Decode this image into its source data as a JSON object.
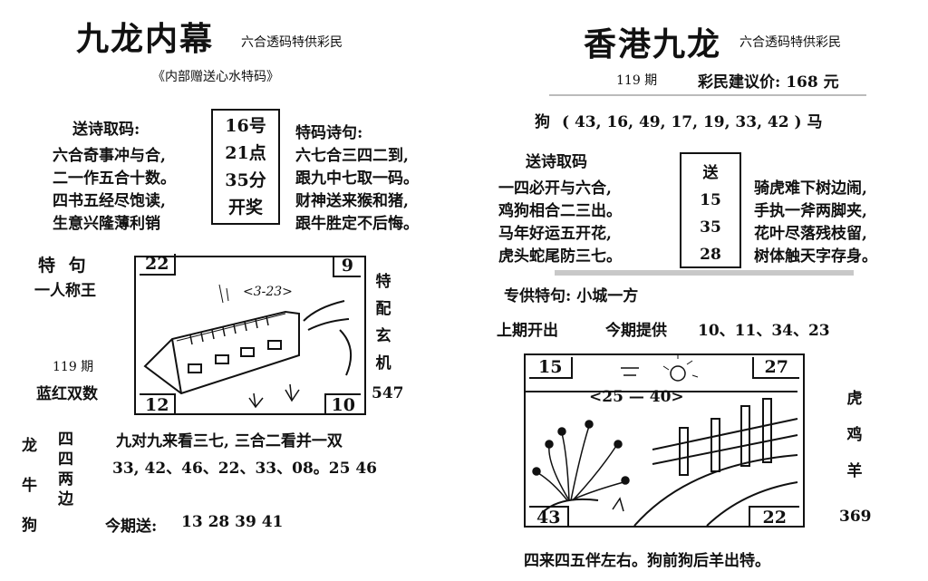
{
  "left": {
    "title": "九龙内幕",
    "subtitle": "六合透码特供彩民",
    "inner_note": "《内部赠送心水特码》",
    "poem_head": "送诗取码:",
    "poem_lines": [
      "六合奇事冲与合,",
      "二一作五合十数。",
      "四书五经尽饱读,",
      "生意兴隆薄利销"
    ],
    "draw_box": [
      "16号",
      "21点",
      "35分",
      "开奖"
    ],
    "special_head": "特码诗句:",
    "special_lines": [
      "六七合三四二到,",
      "跟九中七取一码。",
      "财神送来猴和猪,",
      "跟牛胜定不后悔。"
    ],
    "phrase_head": "特  句",
    "phrase": "一人称王",
    "issue": "119 期",
    "color_pair": "蓝红双数",
    "side_vertical": [
      "特",
      "配",
      "玄",
      "机"
    ],
    "side_num": "547",
    "sketch_tl": "22",
    "sketch_tr": "9",
    "sketch_bl": "12",
    "sketch_br": "10",
    "sketch_range": "<3-23>",
    "zodiac_col": [
      "龙",
      "牛",
      "狗"
    ],
    "count_col": [
      "四",
      "四",
      "两",
      "边"
    ],
    "line1": "九对九来看三七, 三合二看并一双",
    "line2": "33, 42、46、22、33、08。25 46",
    "today_label": "今期送:",
    "today_nums": "13  28  39  41"
  },
  "right": {
    "title": "香港九龙",
    "subtitle": "六合透码特供彩民",
    "issue": "119 期",
    "price": "彩民建议价: 168 元",
    "dog_label": "狗",
    "dog_nums": "( 43, 16, 49, 17, 19, 33, 42   ) 马",
    "poem_head": "送诗取码",
    "poem_lines": [
      "一四必开与六合,",
      "鸡狗相合二三出。",
      "马年好运五开花,",
      "虎头蛇尾防三七。"
    ],
    "send_box": [
      "送",
      "15",
      "35",
      "28"
    ],
    "poem2_lines": [
      "骑虎难下树边闹,",
      "手执一斧两脚夹,",
      "花叶尽落残枝留,",
      "树体触天字存身。"
    ],
    "special_phrase": "专供特句: 小城一方",
    "last_label": "上期开出",
    "this_label": "今期提供",
    "this_nums": "10、11、34、23",
    "sketch_tl": "15",
    "sketch_tr": "27",
    "sketch_bl": "43",
    "sketch_br": "22",
    "sketch_range": "<25 — 40>",
    "side_zodiac": [
      "虎",
      "鸡",
      "羊"
    ],
    "side_num": "369",
    "footer": "四来四五伴左右。狗前狗后羊出特。"
  }
}
